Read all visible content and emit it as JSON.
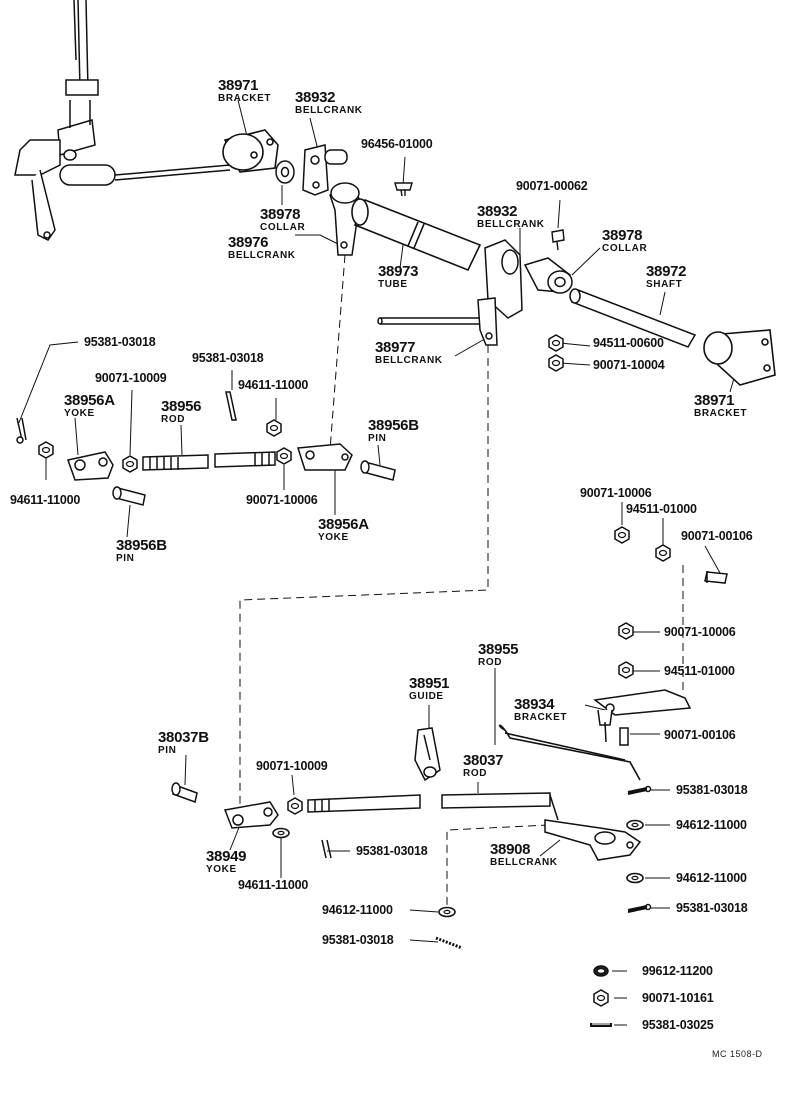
{
  "parts": {
    "p38971a": {
      "num": "38971",
      "name": "BRACKET"
    },
    "p38932a": {
      "num": "38932",
      "name": "BELLCRANK"
    },
    "p96456": {
      "num": "96456-01000"
    },
    "p38978a": {
      "num": "38978",
      "name": "COLLAR"
    },
    "p38976": {
      "num": "38976",
      "name": "BELLCRANK"
    },
    "p38973": {
      "num": "38973",
      "name": "TUBE"
    },
    "p90071_62": {
      "num": "90071-00062"
    },
    "p38932b": {
      "num": "38932",
      "name": "BELLCRANK"
    },
    "p38978b": {
      "num": "38978",
      "name": "COLLAR"
    },
    "p38972": {
      "num": "38972",
      "name": "SHAFT"
    },
    "p38977": {
      "num": "38977",
      "name": "BELLCRANK"
    },
    "p94511_600": {
      "num": "94511-00600"
    },
    "p90071_10004": {
      "num": "90071-10004"
    },
    "p38971b": {
      "num": "38971",
      "name": "BRACKET"
    },
    "p95381_a": {
      "num": "95381-03018"
    },
    "p95381_b": {
      "num": "95381-03018"
    },
    "p90071_10009a": {
      "num": "90071-10009"
    },
    "p94611_a": {
      "num": "94611-11000"
    },
    "p38956A_l": {
      "num": "38956A",
      "name": "YOKE"
    },
    "p38956": {
      "num": "38956",
      "name": "ROD"
    },
    "p38956B_r": {
      "num": "38956B",
      "name": "PIN"
    },
    "p94611_b": {
      "num": "94611-11000"
    },
    "p90071_10006a": {
      "num": "90071-10006"
    },
    "p38956A_r": {
      "num": "38956A",
      "name": "YOKE"
    },
    "p38956B_l": {
      "num": "38956B",
      "name": "PIN"
    },
    "p90071_10006b": {
      "num": "90071-10006"
    },
    "p94511_01000a": {
      "num": "94511-01000"
    },
    "p90071_00106a": {
      "num": "90071-00106"
    },
    "p90071_10006c": {
      "num": "90071-10006"
    },
    "p94511_01000b": {
      "num": "94511-01000"
    },
    "p38955": {
      "num": "38955",
      "name": "ROD"
    },
    "p38951": {
      "num": "38951",
      "name": "GUIDE"
    },
    "p38934": {
      "num": "38934",
      "name": "BRACKET"
    },
    "p90071_00106b": {
      "num": "90071-00106"
    },
    "p38037B": {
      "num": "38037B",
      "name": "PIN"
    },
    "p90071_10009b": {
      "num": "90071-10009"
    },
    "p38037": {
      "num": "38037",
      "name": "ROD"
    },
    "p95381_c": {
      "num": "95381-03018"
    },
    "p94612_a": {
      "num": "94612-11000"
    },
    "p38908": {
      "num": "38908",
      "name": "BELLCRANK"
    },
    "p38949": {
      "num": "38949",
      "name": "YOKE"
    },
    "p95381_d": {
      "num": "95381-03018"
    },
    "p94611_c": {
      "num": "94611-11000"
    },
    "p94612_b": {
      "num": "94612-11000"
    },
    "p94612_c": {
      "num": "94612-11000"
    },
    "p95381_e": {
      "num": "95381-03018"
    },
    "p95381_f": {
      "num": "95381-03018"
    },
    "p99612": {
      "num": "99612-11200"
    },
    "p90071_10161": {
      "num": "90071-10161"
    },
    "p95381_03025": {
      "num": "95381-03025"
    }
  },
  "footer_code": "MC 1508-D"
}
